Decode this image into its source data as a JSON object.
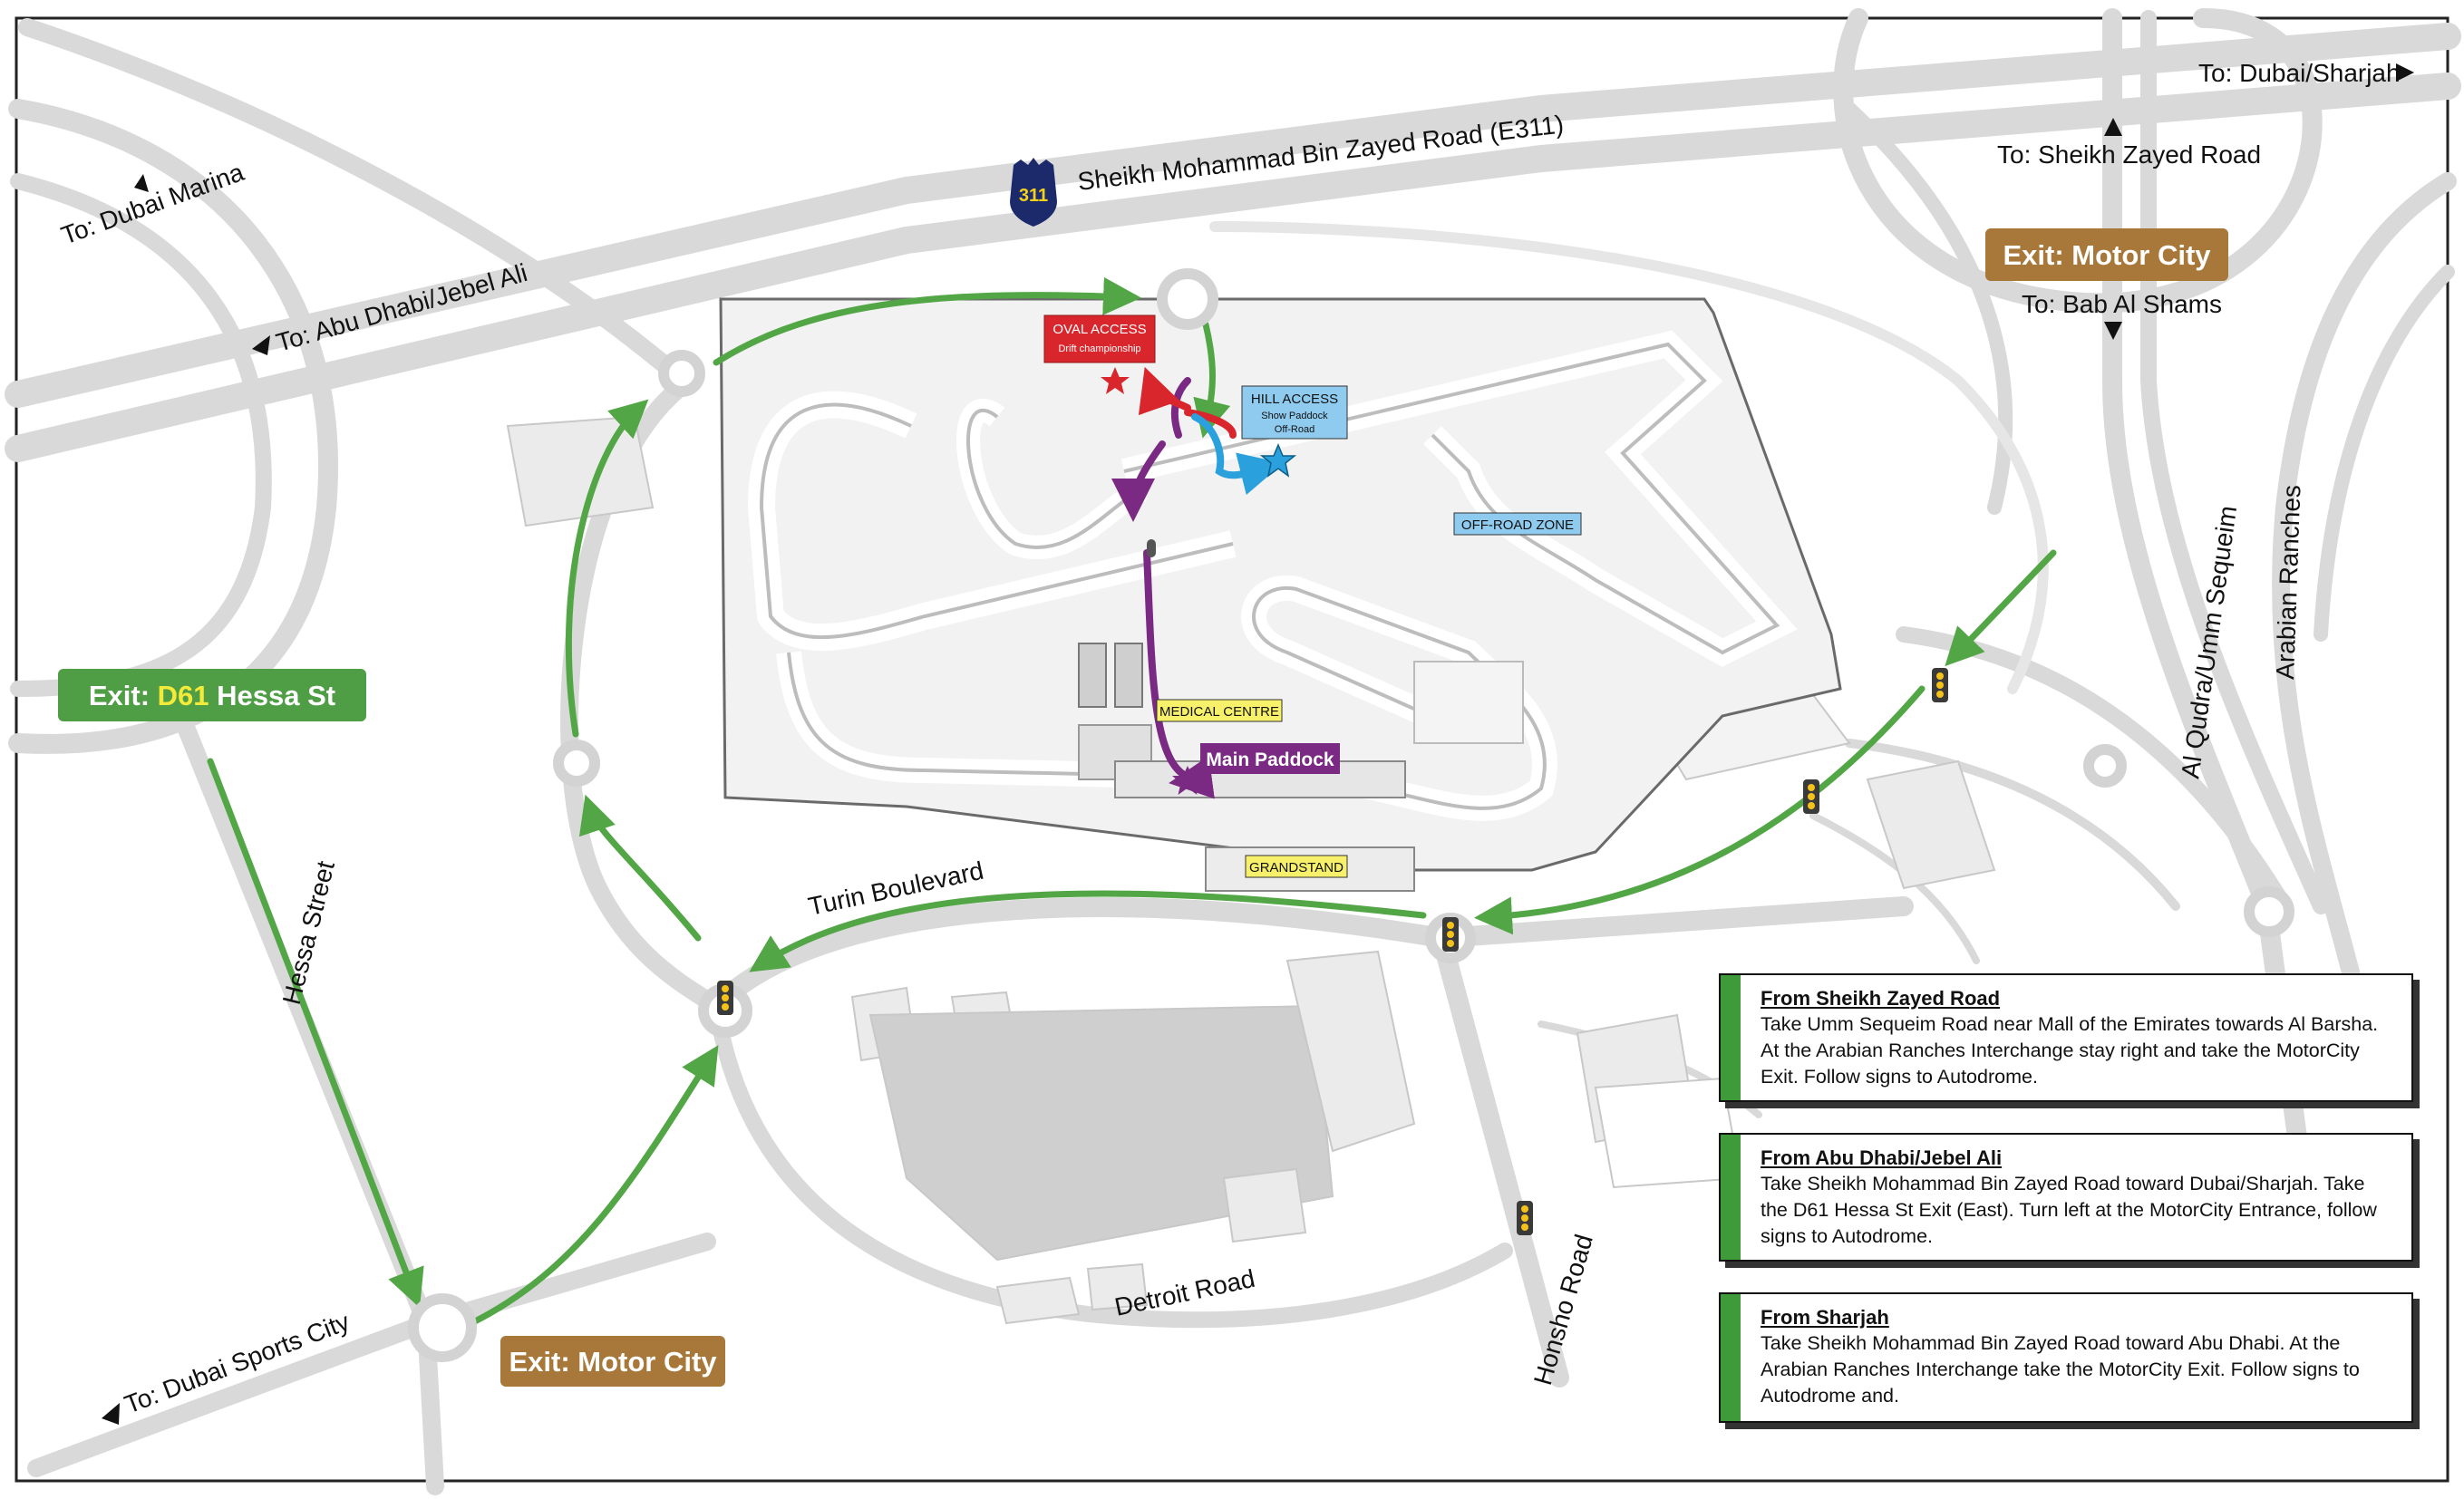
{
  "roads": {
    "e311": "Sheikh Mohammad Bin Zayed Road (E311)",
    "e311_shield": "311",
    "turin": "Turin Boulevard",
    "detroit": "Detroit Road",
    "honsho": "Honsho Road",
    "hessa": "Hessa Street",
    "al_qudra": "Al Qudra/Umm Sequeim",
    "arabian_ranches": "Arabian Ranches"
  },
  "directions": {
    "dubai_sharjah": "To: Dubai/Sharjah",
    "sheikh_zayed": "To: Sheikh Zayed Road",
    "bab_al_shams": "To: Bab Al Shams",
    "dubai_marina": "To: Dubai Marina",
    "abu_dhabi": "To: Abu Dhabi/Jebel Ali",
    "sports_city": "To: Dubai Sports City"
  },
  "exits": {
    "hessa_prefix": "Exit: ",
    "hessa_code": "D61",
    "hessa_suffix": " Hessa St",
    "motor_city_top": "Exit: Motor City",
    "motor_city_bottom": "Exit: Motor City"
  },
  "venue_labels": {
    "oval_access": "OVAL ACCESS",
    "oval_sub": "Drift championship",
    "hill_access": "HILL ACCESS",
    "hill_sub1": "Show Paddock",
    "hill_sub2": "Off-Road",
    "off_road_zone": "OFF-ROAD ZONE",
    "medical_centre": "MEDICAL CENTRE",
    "main_paddock": "Main Paddock",
    "grandstand": "GRANDSTAND"
  },
  "directions_info": [
    {
      "title": "From Sheikh Zayed Road",
      "lines": [
        "Take Umm Sequeim Road near Mall of the Emirates towards Al Barsha.",
        "At the Arabian Ranches Interchange stay right and take the MotorCity",
        "Exit.  Follow signs to Autodrome."
      ]
    },
    {
      "title": "From Abu Dhabi/Jebel Ali",
      "lines": [
        "Take Sheikh Mohammad Bin Zayed Road toward Dubai/Sharjah.  Take",
        "the D61 Hessa St Exit (East).  Turn left at the MotorCity Entrance, follow",
        "signs to Autodrome."
      ]
    },
    {
      "title": "From Sharjah",
      "lines": [
        "Take Sheikh Mohammad Bin Zayed Road toward Abu Dhabi.  At the",
        "Arabian Ranches Interchange take the MotorCity Exit.  Follow signs to",
        "Autodrome and."
      ]
    }
  ],
  "colors": {
    "road": "#d9d9d9",
    "track": "#f1f1f1",
    "route_green": "#53a646",
    "route_purple": "#7a2a83",
    "route_red": "#d8262c",
    "route_blue": "#2aa0dc",
    "exit_green": "#4f9e45",
    "exit_brown": "#a8773a",
    "highlight_yellow": "#f4ea3a"
  }
}
